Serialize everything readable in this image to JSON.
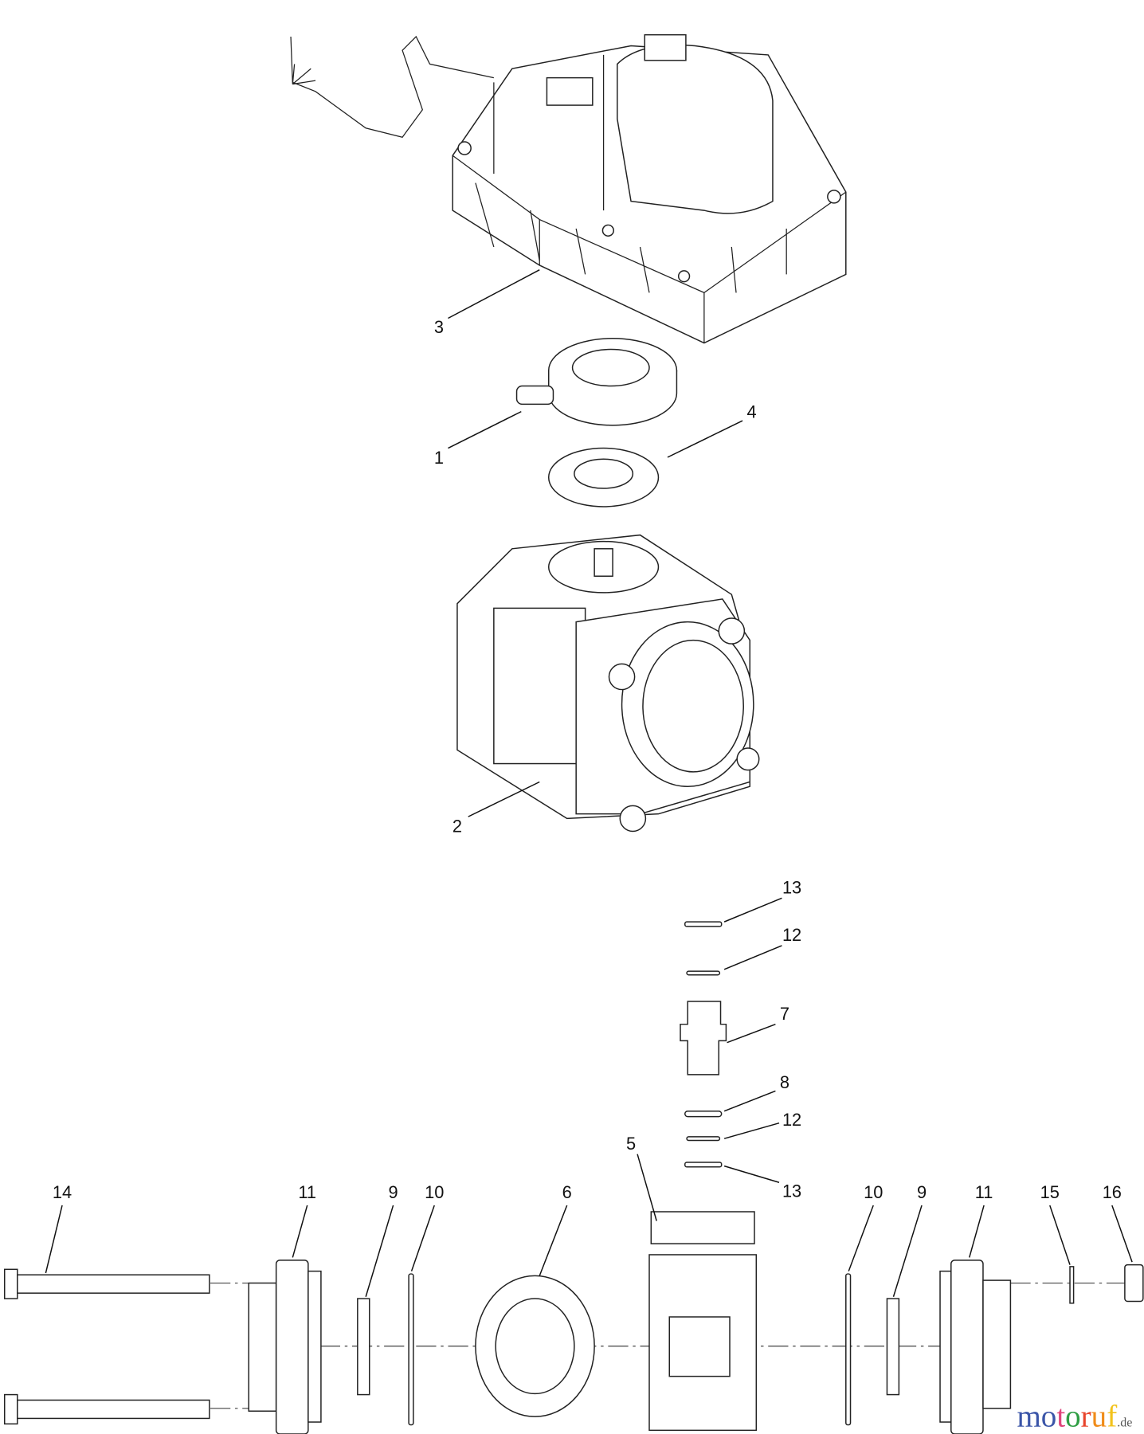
{
  "callouts": {
    "c1": "1",
    "c2": "2",
    "c3": "3",
    "c4": "4",
    "c5": "5",
    "c6": "6",
    "c7": "7",
    "c8": "8",
    "c9a": "9",
    "c9b": "9",
    "c10a": "10",
    "c10b": "10",
    "c11a": "11",
    "c11b": "11",
    "c12a": "12",
    "c12b": "12",
    "c13a": "13",
    "c13b": "13",
    "c14": "14",
    "c15": "15",
    "c16": "16"
  },
  "watermark": {
    "letters": [
      "m",
      "o",
      "t",
      "o",
      "r",
      "u",
      "f"
    ],
    "colors": [
      "#3b55a8",
      "#3b55a8",
      "#e0457b",
      "#2f9e44",
      "#e8452c",
      "#f08c1a",
      "#f2c21b"
    ],
    "suffix": ".de"
  }
}
